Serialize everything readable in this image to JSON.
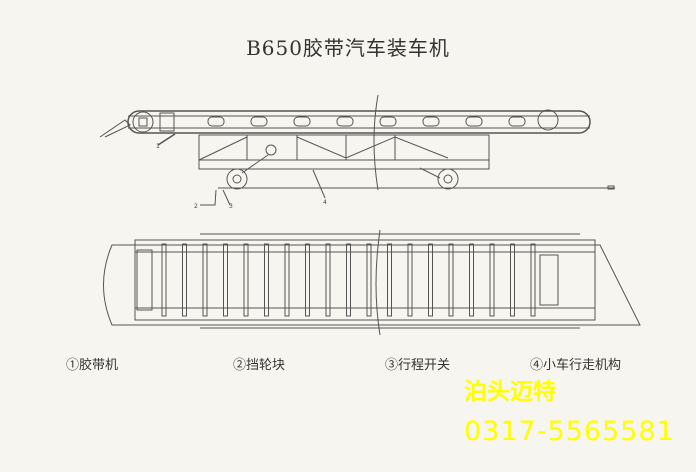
{
  "title": "B650胶带汽车装车机",
  "callouts": [
    "1",
    "2",
    "3",
    "4"
  ],
  "legend": [
    {
      "num": "①",
      "label": "胶带机"
    },
    {
      "num": "②",
      "label": "挡轮块"
    },
    {
      "num": "③",
      "label": "行程开关"
    },
    {
      "num": "④",
      "label": "小车行走机构"
    }
  ],
  "watermark": {
    "company": "泊头迈特",
    "phone": "0317-5565581",
    "color": "#ffff00"
  }
}
